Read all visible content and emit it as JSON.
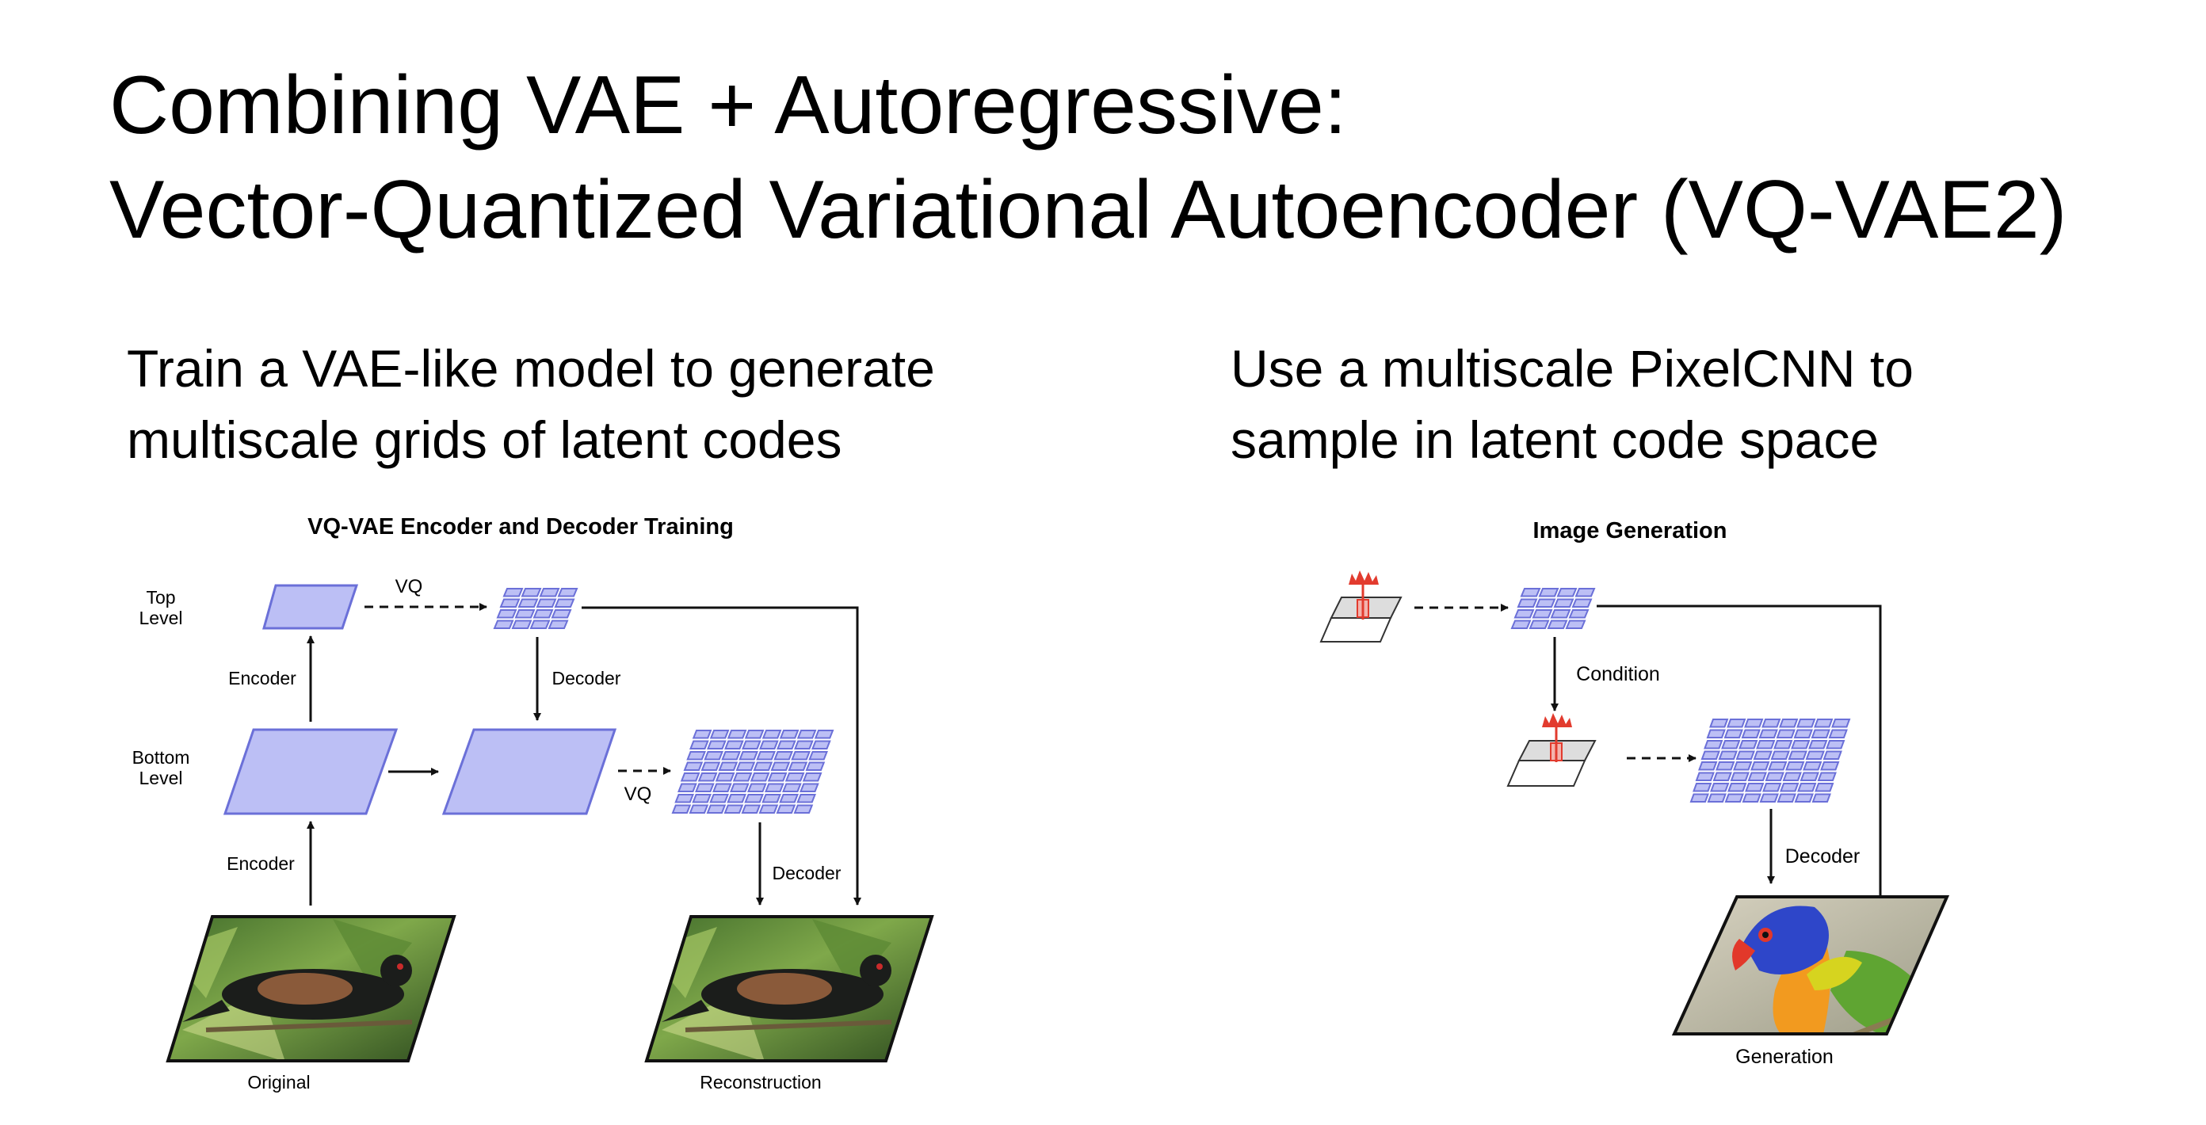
{
  "slide": {
    "title_line1": "Combining VAE + Autoregressive:",
    "title_line2": "Vector-Quantized Variational Autoencoder (VQ-VAE2)",
    "left_text_line1": "Train a VAE-like model to generate",
    "left_text_line2": "multiscale grids of latent codes",
    "right_text_line1": "Use a multiscale PixelCNN to",
    "right_text_line2": "sample in latent code space"
  },
  "training_diagram": {
    "title": "VQ-VAE Encoder and Decoder Training",
    "top_level_line1": "Top",
    "top_level_line2": "Level",
    "bottom_level_line1": "Bottom",
    "bottom_level_line2": "Level",
    "encoder_top_label": "Encoder",
    "encoder_bottom_label": "Encoder",
    "vq_top_label": "VQ",
    "vq_bottom_label": "VQ",
    "decoder_top_label": "Decoder",
    "decoder_bottom_label": "Decoder",
    "original_caption": "Original",
    "reconstruction_caption": "Reconstruction"
  },
  "generation_diagram": {
    "title": "Image Generation",
    "condition_label": "Condition",
    "decoder_label": "Decoder",
    "generation_caption": "Generation"
  },
  "colors": {
    "latent_fill": "#bcbff5",
    "latent_stroke": "#6b70d8",
    "arrow": "#111111",
    "distribution": "#e23b2e"
  }
}
